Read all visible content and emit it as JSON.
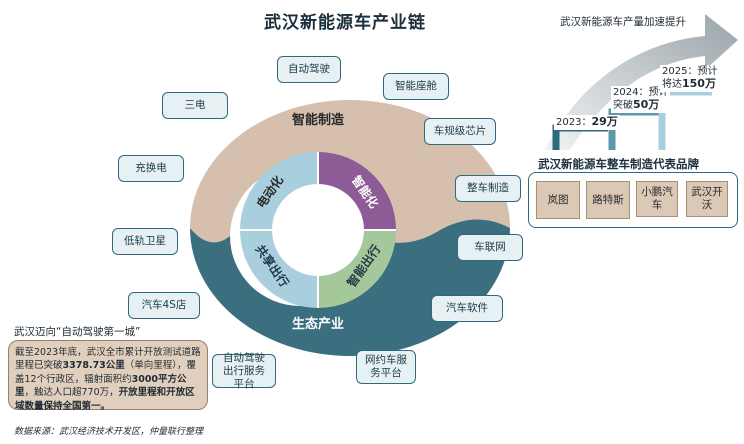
{
  "title": "武汉新能源车产业链",
  "ring": {
    "upper_label": "智能制造",
    "lower_label": "生态产业",
    "inner": [
      "电动化",
      "智能化",
      "共享出行",
      "智能出行"
    ]
  },
  "tags": [
    "自动驾驶",
    "智能座舱",
    "三电",
    "车规级芯片",
    "充换电",
    "整车制造",
    "低轨卫星",
    "车联网",
    "汽车4S店",
    "汽车软件",
    "自动驾驶出行服务平台",
    "网约车服务平台"
  ],
  "growth": {
    "title": "武汉新能源车产量加速提升",
    "steps": [
      {
        "year": "2023：",
        "value": "29万"
      },
      {
        "year": "2024：预计",
        "pre": "突破",
        "value": "50万"
      },
      {
        "year": "2025：预计",
        "pre": "将达",
        "value": "150万"
      }
    ]
  },
  "brands": {
    "title": "武汉新能源车整车制造代表品牌",
    "items": [
      "岚图",
      "路特斯",
      "小鹏汽车",
      "武汉开沃"
    ]
  },
  "wuhan": {
    "title": "武汉迈向“自动驾驶第一城”",
    "text_1": "截至2023年底，武汉全市累计开放测试道路里程已突破",
    "bold_1": "3378.73公里",
    "text_2": "（单向里程），覆盖12个行政区，辐射面积约",
    "bold_2": "3000平方公里",
    "text_3": "，触达人口超770万，",
    "bold_3": "开放里程和开放区域数量保持全国第一。"
  },
  "source": "数据来源：武汉经济技术开发区，仲量联行整理",
  "colors": {
    "tan": "#d6c0ad",
    "teal_dark": "#3b6f80",
    "tag_border": "#2e6a7e",
    "inner_blue": "#a9cfde",
    "inner_purple": "#8d5b96",
    "inner_green": "#a4c89a"
  }
}
